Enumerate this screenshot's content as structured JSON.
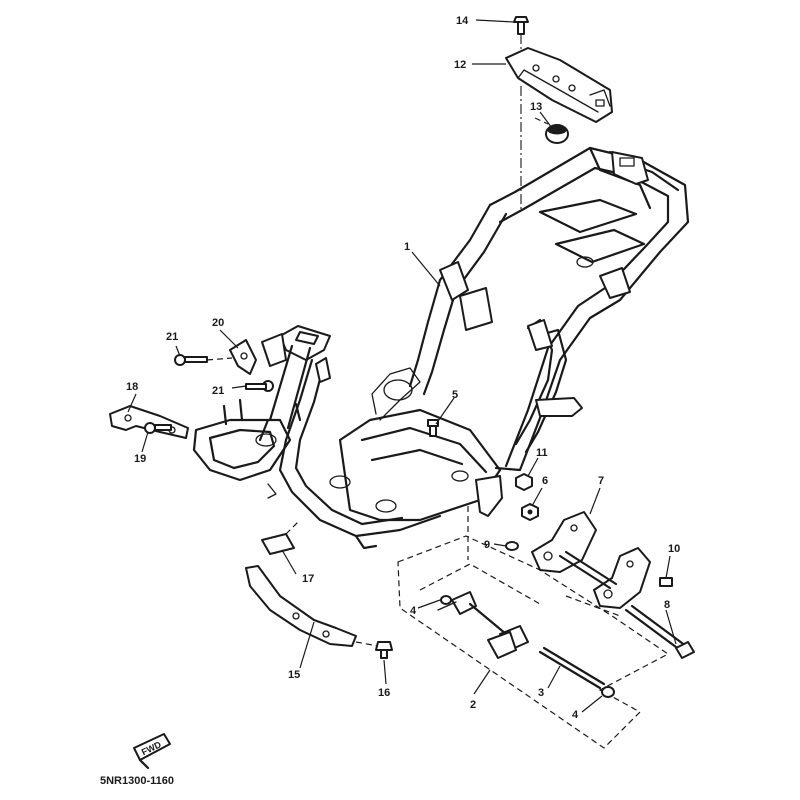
{
  "diagram": {
    "document_number": "5NR1300-1160",
    "direction_marker": "FWD",
    "callouts": {
      "c1": "1",
      "c2": "2",
      "c3": "3",
      "c4a": "4",
      "c4b": "4",
      "c5": "5",
      "c6": "6",
      "c7": "7",
      "c8": "8",
      "c9": "9",
      "c10": "10",
      "c11": "11",
      "c12": "12",
      "c13": "13",
      "c14": "14",
      "c15": "15",
      "c16": "16",
      "c17": "17",
      "c18": "18",
      "c19": "19",
      "c20": "20",
      "c21a": "21",
      "c21b": "21"
    }
  }
}
